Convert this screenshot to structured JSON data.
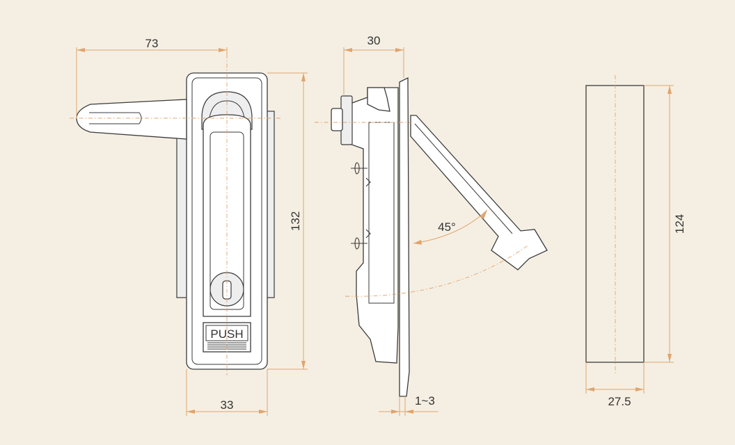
{
  "dimensions": {
    "front_width_handle": "73",
    "front_body_width": "33",
    "front_height": "132",
    "side_depth": "30",
    "side_panel_thickness": "1~3",
    "side_open_angle": "45°",
    "cutout_height": "124",
    "cutout_width": "27.5"
  },
  "labels": {
    "push_text": "PUSH"
  },
  "colors": {
    "background": "#f5efe3",
    "dimension_line": "#e0a46c",
    "outline": "#3a3a3a",
    "part_fill": "#ffffff"
  }
}
